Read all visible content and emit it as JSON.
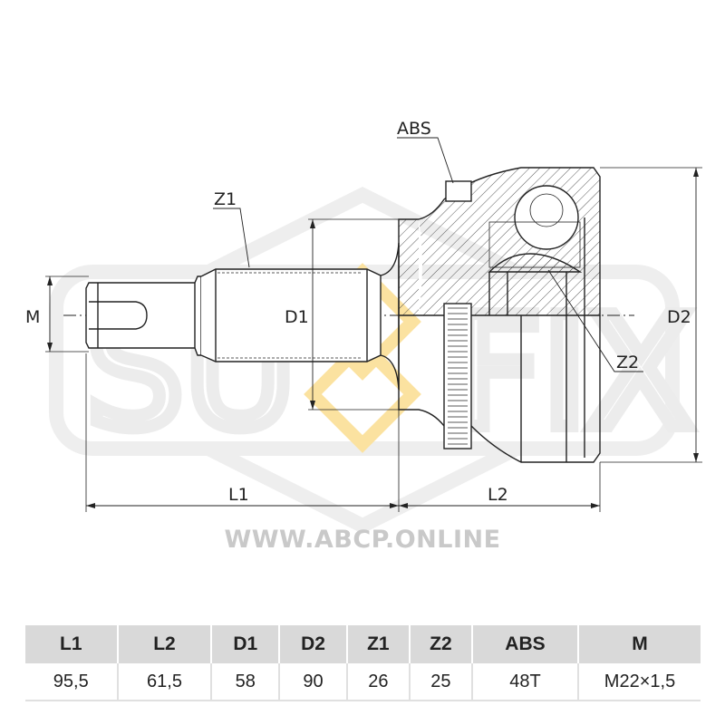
{
  "watermark": {
    "logo_text": "SUFIX"
  },
  "drawing": {
    "labels": {
      "M": "M",
      "D1": "D1",
      "D2": "D2",
      "L1": "L1",
      "L2": "L2",
      "Z1": "Z1",
      "Z2": "Z2",
      "ABS": "ABS"
    }
  },
  "website": "WWW.ABCP.ONLINE",
  "spec_table": {
    "headers": [
      "L1",
      "L2",
      "D1",
      "D2",
      "Z1",
      "Z2",
      "ABS",
      "M"
    ],
    "values": [
      "95,5",
      "61,5",
      "58",
      "90",
      "26",
      "25",
      "48T",
      "M22×1,5"
    ]
  },
  "colors": {
    "line": "#222222",
    "watermark_gray": "#ececec",
    "watermark_yellow": "#fbe2a0",
    "header_bg": "#d9d9d9"
  }
}
